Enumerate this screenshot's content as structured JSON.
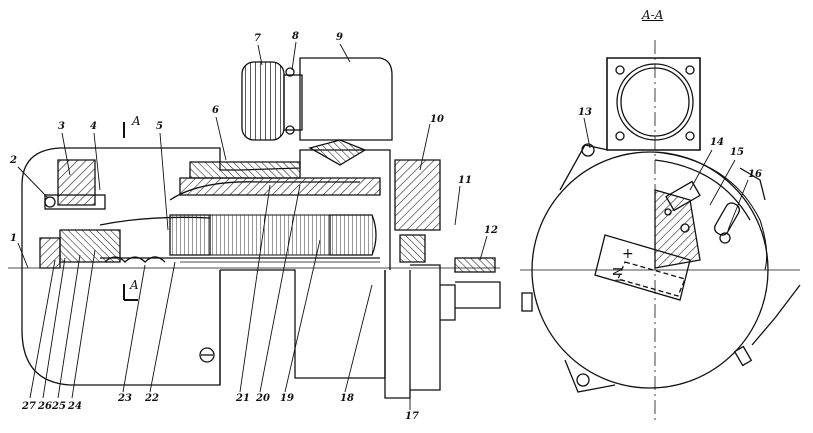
{
  "section_title": "A-A",
  "section_marks": [
    "A",
    "A"
  ],
  "symbols": {
    "plus": "+",
    "minus": "−",
    "north": "N"
  },
  "part_labels": [
    "1",
    "2",
    "3",
    "4",
    "5",
    "6",
    "7",
    "8",
    "9",
    "10",
    "11",
    "12",
    "13",
    "14",
    "15",
    "16",
    "17",
    "18",
    "19",
    "20",
    "21",
    "22",
    "23",
    "24",
    "25",
    "26",
    "27"
  ]
}
